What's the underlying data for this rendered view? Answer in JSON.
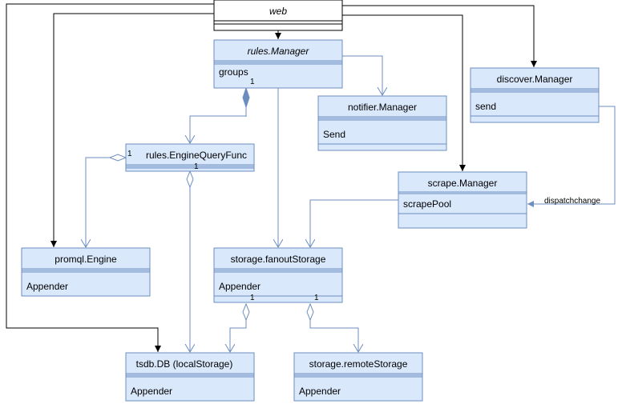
{
  "colors": {
    "box_fill": "#dae8fc",
    "box_stroke": "#6c8ebf",
    "web_fill": "#ffffff",
    "web_stroke": "#000000",
    "edge_blue": "#6c8ebf",
    "edge_black": "#000000"
  },
  "classes": {
    "web": {
      "name": "web"
    },
    "rules_manager": {
      "name": "rules.Manager",
      "attr": "groups"
    },
    "notifier_manager": {
      "name": "notifier.Manager",
      "attr": "Send"
    },
    "discover_manager": {
      "name": "discover.Manager",
      "attr": "send"
    },
    "rules_enginequeryfunc": {
      "name": "rules.EngineQueryFunc"
    },
    "scrape_manager": {
      "name": "scrape.Manager",
      "attr": "scrapePool"
    },
    "promql_engine": {
      "name": "promql.Engine",
      "attr": "Appender"
    },
    "storage_fanoutstorage": {
      "name": "storage.fanoutStorage",
      "attr": "Appender"
    },
    "tsdb_db": {
      "name": "tsdb.DB (localStorage)",
      "attr": "Appender"
    },
    "storage_remotestorage": {
      "name": "storage.remoteStorage",
      "attr": "Appender"
    }
  },
  "multiplicities": {
    "rules_manager_groups": "1",
    "enginequeryfunc_left": "1",
    "enginequeryfunc_bottom": "1",
    "fanout_left": "1",
    "fanout_right": "1"
  },
  "edge_labels": {
    "dispatchchange": "dispatchchange"
  }
}
